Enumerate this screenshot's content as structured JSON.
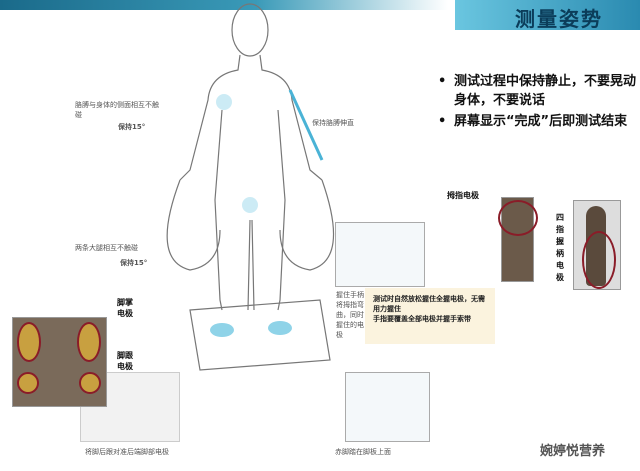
{
  "header": {
    "title": "测量姿势"
  },
  "bullets": [
    "测试过程中保持静止，不要晃动身体，不要说话",
    "屏幕显示“完成”后即测试结束"
  ],
  "annotations": {
    "arm_gap": "胳膊与身体的侧面相互不触碰",
    "arm_angle": "保持15°",
    "keep_arms_straight": "保持胳膊伸直",
    "legs_gap": "两条大腿相互不触碰",
    "legs_angle": "保持15°",
    "grip_text": "握住手柄将拇指弯曲，同时握住的电极",
    "heel_align": "将脚后跟对准后端脚部电极",
    "barefoot": "赤脚踏在脚板上面"
  },
  "note": [
    "测试时自然放松握住全握电极，无需用力握住",
    "手指要覆盖全部电极并握手索带"
  ],
  "electrodes": {
    "thumb": "拇指电极",
    "four_finger": "四指握柄电极",
    "sole": "脚掌电极",
    "heel": "脚跟电极"
  },
  "watermark": "婉婷悦营养",
  "colors": {
    "accent": "#2a8ab0",
    "highlight": "#8fd3e8",
    "ring": "#8a1c28"
  }
}
